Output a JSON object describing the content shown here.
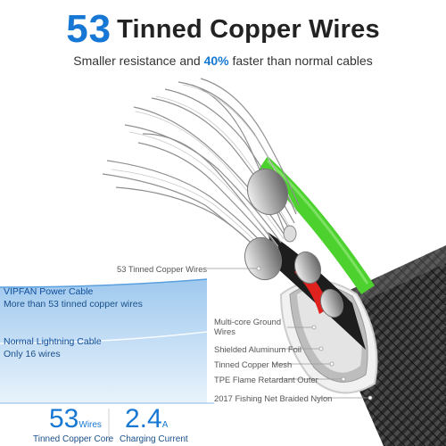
{
  "header": {
    "count": "53",
    "title": "Tinned Copper Wires",
    "subtitle_pre": "Smaller resistance and ",
    "subtitle_pct": "40%",
    "subtitle_post": " faster than normal cables"
  },
  "callouts": [
    {
      "text": "53 Tinned Copper Wires"
    },
    {
      "text": "Multi-core Ground"
    },
    {
      "text": "Wires"
    },
    {
      "text": "Shielded Aluminum Foil"
    },
    {
      "text": "Tinned Copper Mesh"
    },
    {
      "text": "TPE Flame Retardant Outer"
    },
    {
      "text": "2017 Fishing Net Braided Nylon"
    }
  ],
  "comparison": {
    "vipfan_title": "VIPFAN Power Cable",
    "vipfan_desc": "More than 53 tinned copper wires",
    "normal_title": "Normal Lightning Cable",
    "normal_desc": "Only 16 wires"
  },
  "stats": [
    {
      "value": "53",
      "unit": "Wires",
      "caption": "Tinned Copper Core"
    },
    {
      "value": "2.4",
      "unit": "A",
      "caption": "Charging Current"
    }
  ],
  "colors": {
    "accent": "#1678d4",
    "green_wire": "#4cd12f",
    "red_wire": "#e0221e",
    "braid": "#2a2a2a"
  }
}
